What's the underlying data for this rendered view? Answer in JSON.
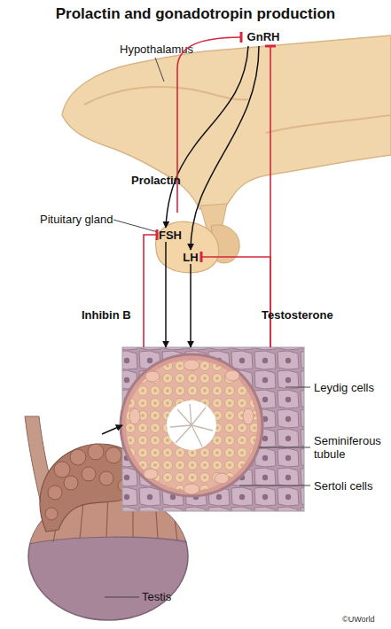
{
  "diagram": {
    "title": "Prolactin and gonadotropin production",
    "nodes": [
      {
        "text": [
          "Hypothalamus"
        ]
      },
      {
        "text": [
          "GnRH"
        ],
        "in": 0
      },
      {
        "text": [
          "Pituitary gland"
        ]
      },
      {
        "text": [
          "FSH"
        ],
        "in": 2
      },
      {
        "text": [
          "LH"
        ],
        "in": 2
      },
      {
        "text": [
          "Leydig cells",
          "Seminiferous tubule",
          "Sertoli cells"
        ]
      },
      {
        "text": [
          "Testis"
        ]
      }
    ],
    "edges": [
      {
        "from": 1,
        "to": 3,
        "arrow": "to"
      },
      {
        "from": 1,
        "to": 4,
        "arrow": "to"
      },
      {
        "from": 3,
        "to": 5,
        "arrow": "to"
      },
      {
        "from": 4,
        "to": 5,
        "arrow": "to"
      },
      {
        "from": 5,
        "to": 3,
        "label": "Inhibin B",
        "arrow": "to"
      },
      {
        "from": 5,
        "to": 4,
        "label": "Testosterone",
        "arrow": "to"
      },
      {
        "from": 5,
        "to": 1,
        "arrow": "to"
      },
      {
        "from": 2,
        "to": 1,
        "label": "Prolactin",
        "arrow": "to"
      },
      {
        "from": 6,
        "to": 5,
        "arrow": "to"
      }
    ],
    "labels": [
      "©UWorld"
    ]
  }
}
